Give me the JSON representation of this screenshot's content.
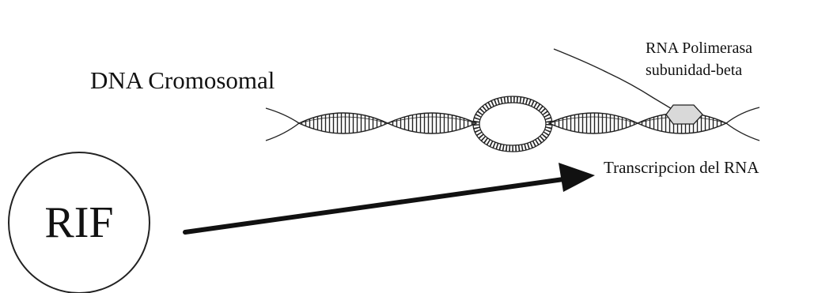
{
  "diagram": {
    "title": "DNA Cromosomal",
    "polymerase_label_line1": "RNA Polimerasa",
    "polymerase_label_line2": "subunidad-beta",
    "transcription_label": "Transcripcion del RNA",
    "drug_label": "RIF"
  },
  "colors": {
    "ink": "#111111",
    "polymerase_fill": "#d9d9d9"
  }
}
